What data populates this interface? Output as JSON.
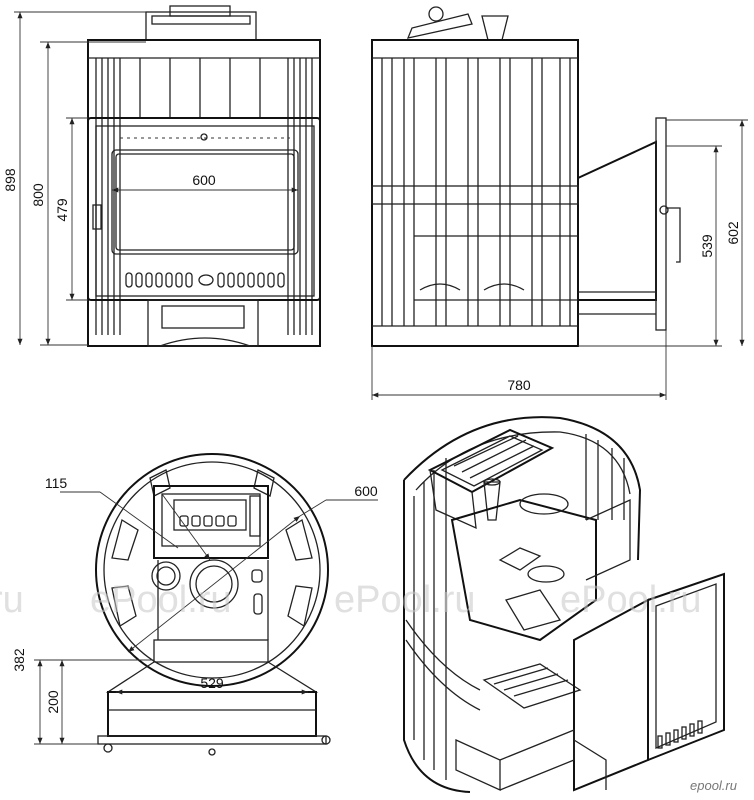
{
  "dimensions": {
    "front_total_height": "898",
    "front_body_height": "800",
    "front_door_height": "479",
    "front_door_width": "600",
    "side_width": "780",
    "side_tunnel_height": "539",
    "side_frame_height": "602",
    "top_firebox_offset": "115",
    "top_diameter": "600",
    "top_base_width": "529",
    "top_depth": "382",
    "top_base_depth": "200"
  },
  "watermarks": [
    "ru",
    "ePool.ru",
    "ePool.ru",
    "ePool.ru"
  ],
  "logo": "epool.ru"
}
